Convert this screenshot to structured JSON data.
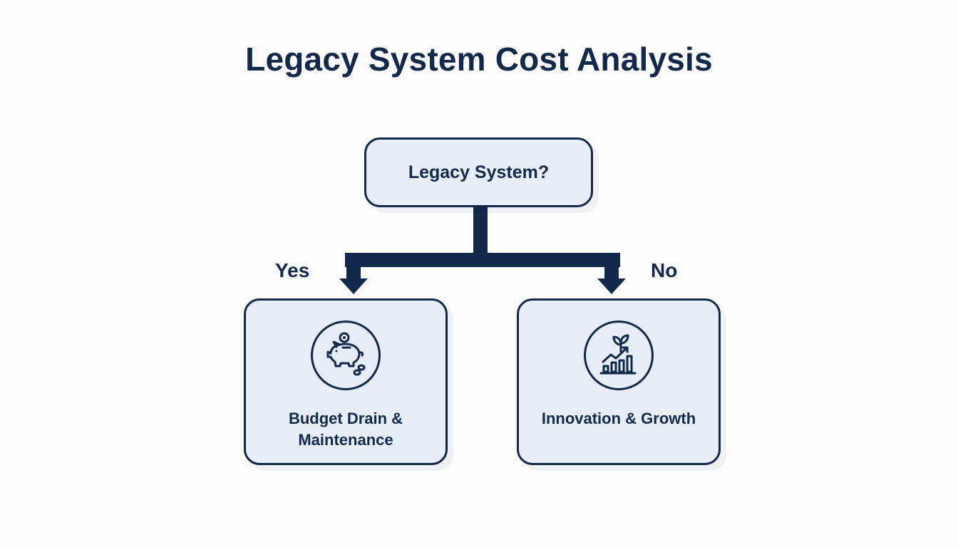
{
  "title": "Legacy System Cost Analysis",
  "root": {
    "label": "Legacy System?"
  },
  "branches": {
    "yes": {
      "label": "Yes",
      "line1": "Budget Drain &",
      "line2": "Maintenance",
      "icon": "piggy-bank-icon"
    },
    "no": {
      "label": "No",
      "line1": "Innovation & Growth",
      "icon": "growth-chart-icon"
    }
  },
  "colors": {
    "primary": "#13294b",
    "box_fill": "#e8eef8",
    "background": "#fdfdfe"
  }
}
